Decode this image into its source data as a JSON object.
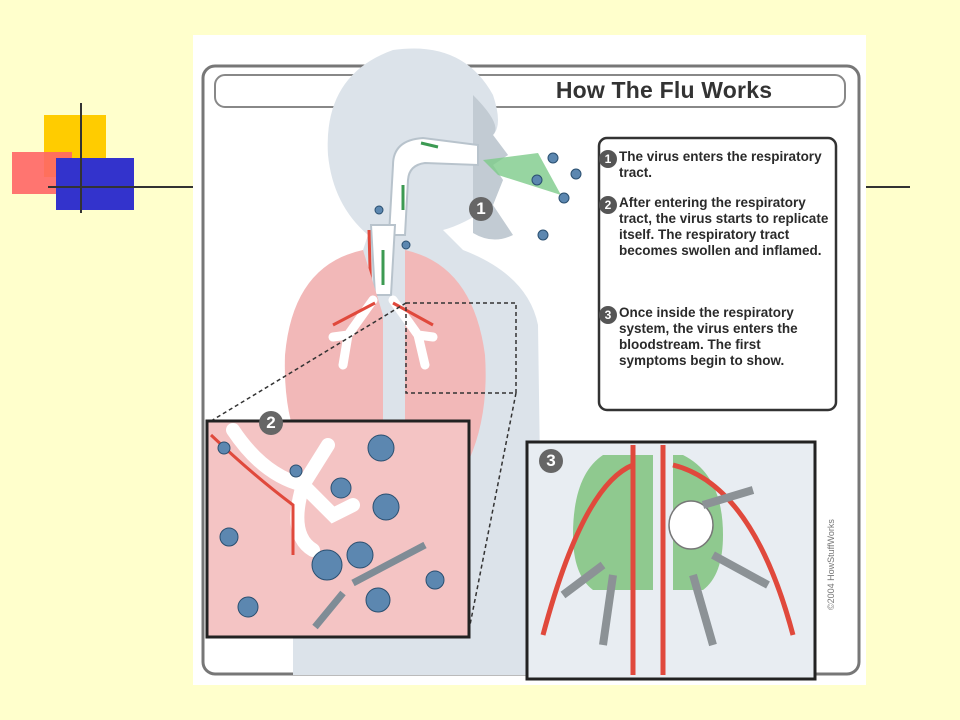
{
  "title": "How The Flu Works",
  "steps": [
    {
      "number": "1",
      "text": "The virus enters the respiratory tract."
    },
    {
      "number": "2",
      "text": "After entering the respiratory tract, the virus starts to replicate itself. The respiratory tract becomes swollen and inflamed."
    },
    {
      "number": "3",
      "text": "Once inside the respiratory system, the virus enters the bloodstream. The first symptoms begin to show."
    }
  ],
  "markers": {
    "entry": "1",
    "lung_inset": "2",
    "body_inset": "3"
  },
  "credit": "©2004 HowStuffWorks",
  "colors": {
    "background": "#FFFFCC",
    "body": "#DCE3EA",
    "lung": "#F2B8B8",
    "vessel": "#E0493C",
    "virus": "#5C87B0",
    "green_lung": "#8FC98F",
    "arrow": "#8C9296"
  }
}
